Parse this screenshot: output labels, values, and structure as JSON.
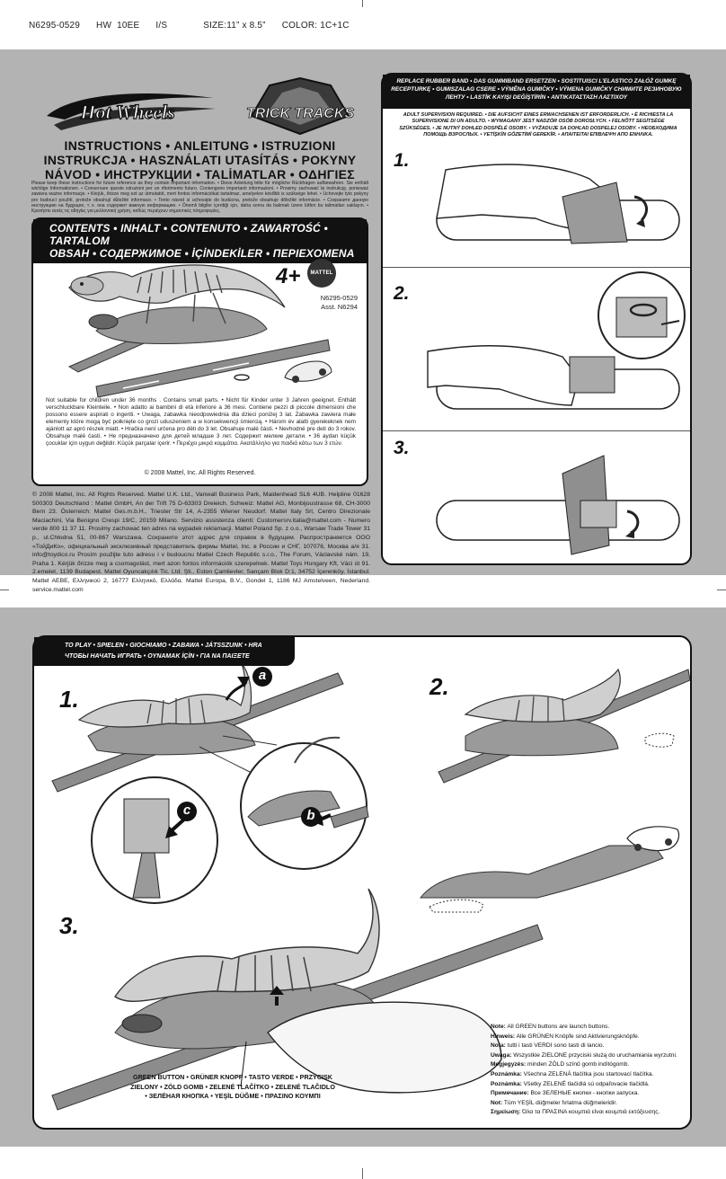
{
  "header": {
    "code": "N6295-0529",
    "line": "HW",
    "ee": "10EE",
    "is": "I/S",
    "size": "SIZE:11” x 8.5”",
    "color": "COLOR: 1C+1C"
  },
  "logos": {
    "hotwheels": "Hot Wheels",
    "tricktracks": "TRICK TRACKS"
  },
  "instructions": {
    "title_line1": "INSTRUCTIONS • ANLEITUNG • ISTRUZIONI",
    "title_line2": "INSTRUKCJA • HASZNÁLATI UTASÍTÁS • POKYNY",
    "title_line3": "NÁVOD • ИНСТРУКЦИИ • TALİMATLAR • ΟΔΗΓΙΕΣ",
    "keep_notice": "Please keep these instructions for future reference as they contain important information. • Diese Anleitung bitte für mögliche Rückfragen aufbewahren. Sie enthält wichtige Informationen. • Conservare queste istruzioni per un riferimento futuro. Contengono importanti informazioni. • Prosimy zachować tę instrukcję, ponieważ zawiera ważne informacje. • Kérjük, őrizze meg ezt az útmutatót, mert fontos információkat tartalmaz, amelyekre később is szüksége lehet. • Uchovejte tyto pokyny pro budoucí použití, protože obsahují důležité informace. • Tento návod si uchovajte do budúcna, pretože obsahuje dôležité informácie. • Сохраните данную инструкцию на будущее, т. к. она содержит важную информацию. • Önemli bilgiler içerdiği için, daha sonra da bakmak üzere lütfen bu talimatları saklayın. • Κρατήστε αυτές τις οδηγίες για μελλοντική χρήση, καθώς περιέχουν σημαντικές πληροφορίες."
  },
  "contents": {
    "heading_line1": "CONTENTS • INHALT • CONTENUTO • ZAWARTOŚĆ • TARTALOM",
    "heading_line2": "OBSAH • СОДЕРЖИМОЕ • İÇİNDEKİLER • ΠΕΡΙΕΧΟΜΕΝΑ",
    "age": "4+",
    "brand": "MATTEL",
    "part_number": "N6295-0529",
    "assortment": "Asst. N6294",
    "choke_warning": "Not suitable for children under 36 months . Contains small parts. • Nicht für Kinder unter 3 Jahren geeignet. Enthält verschluckbare Kleinteile. • Non adatto ai bambini di età inferiore a 36 mesi. Contiene pezzi di piccole dimensioni che possono essere aspirati o ingeriti. • Uwaga, zabawka nieodpowiednia dla dzieci poniżej 3 lat. Zabawka zawiera małe elementy które mogą być połknięte co grozi uduszeniem a w konsekwencji śmiercią. • Három év alatti gyerekeknek nem ajánlott az apró részek miatt. • Hračka není určena pro děti do 3 let. Obsahuje malé části. • Nevhodné pre deti do 3 rokov. Obsahuje malé časti. • Не предназначено для детей младше 3 лет. Содержит мелкие детали. • 36 aydan küçük çocuklar için uygun değildir. Küçük parçalar içerir. • Περιέχει μικρά κομμάτια. Ακατάλληλο για παιδιά κάτω των 3 ετών.",
    "copyright": "© 2008 Mattel, Inc. All Rights Reserved."
  },
  "legal": "© 2008 Mattel, Inc. All Rights Reserved. Mattel U.K. Ltd., Vanwall Business Park, Maidenhead SL6 4UB. Helpline 01628 500303 Deutschland : Mattel GmbH, An der Trift 75 D-63303 Dreieich. Schweiz: Mattel AG, Monbijoustrasse 68, CH-3000 Bern 23. Österreich: Mattel Ges.m.b.H., Triester Str 14, A-2355 Wiener Neudorf. Mattel Italy Srl, Centro Direzionale Maciachini, Via Benigno Crespi 19/C, 20159 Milano. Servizio assistenza clienti: Customersrv.italia@mattel.com - Numero verde 800 11 37 11. Prosimy zachować ten adres na wypadek reklamacji. Mattel Poland Sp. z o.o., Warsaw Trade Tower 31 p., ul.Chłodna 51, 00-867 Warszawa. Сохраните этот адрес для справок в будущем. Распространяется ООО «ТойДиКо», официальный эксклюзивный представитель фирмы Mattel, Inc. в России и СНГ, 107076, Москва а/я 31. info@toydico.ru Prosím použijte tuto adresu i v budoucnu Mattel Czech Republic s.r.o., The Forum, Václavské nám. 19, Praha 1. Kérjük őrizze meg a csomagolást, mert azon fontos információk szerepelnek. Mattel Toys Hungary Kft, Váci út 91. 2.emelet, 1139 Budapest. Mattel Oyuncakçılık Tic. Ltd. Şti., Eston Çamlievler, Sançam Blok D:1, 34752 İçerenköy, İstanbul. Mattel AEBE, Ελληνικού 2, 16777 Ελληνικό, Ελλάδα. Mattel Europa, B.V., Gondel 1, 1186 MJ Amstelveen, Nederland. service.mattel.com",
  "rubber_band": {
    "heading": "REPLACE RUBBER BAND • DAS GUMMIBAND ERSETZEN • SOSTITUISCI L’ELASTICO ZAŁÓŻ GUMKĘ RECEPTURKĘ • GUMISZALAG CSERE • VÝMĚNA GUMIČKY • VÝMENA GUMIČKY СНИМИТЕ РЕЗИНОВУЮ ЛЕНТУ • LASTİK KAYIŞI DEĞİŞTİRİN • ΑΝΤΙΚΑΤΑΣΤΑΣΗ ΛΑΣΤΙΧΟΥ",
    "adult_note": "ADULT SUPERVISION REQUIRED. • DIE AUFSICHT EINES ERWACHSENEN IST ERFORDERLICH. • È RICHIESTA LA SUPERVISIONE DI UN ADULTO. • WYMAGANY JEST NADZÓR OSÓB DOROSŁYCH. • FELNŐTT SEGÍTSÉGE SZÜKSÉGES. • JE NUTNÝ DOHLED DOSPĚLÉ OSOBY. • VYŽADUJE SA DOHĽAD DOSPELEJ OSOBY. • НЕОБХОДИМА ПОМОЩЬ ВЗРОСЛЫХ. • YETİŞKİN GÖZETİMİ GEREKİR. • ΑΠΑΙΤΕΙΤΑΙ ΕΠΙΒΛΕΨΗ ΑΠΟ ΕΝΗΛΙΚΑ.",
    "steps": [
      "1.",
      "2.",
      "3."
    ]
  },
  "to_play": {
    "heading_line1": "TO PLAY • SPIELEN • GIOCHIAMO • ZABAWA • JÁTSSZUNK • HRA",
    "heading_line2": "ЧТОБЫ НАЧАТЬ ИГРАТЬ • OYNAMAK İÇİN • ΓΙΑ ΝΑ ΠΑΙΞΕΤΕ",
    "steps": [
      "1.",
      "2.",
      "3."
    ],
    "callouts": [
      "a",
      "b",
      "c"
    ],
    "green_button_line1": "GREEN BUTTON • GRÜNER KNOPF • TASTO VERDE • PRZYCISK",
    "green_button_line2": "ZIELONY • ZÖLD GOMB • ZELENÉ TLAČÍTKO • ZELENÉ TLAČIDLO",
    "green_button_line3": "• ЗЕЛЁНАЯ КНОПКА • YEŞİL DÜĞME • ΠΡΑΣΙΝΟ ΚΟΥΜΠΙ",
    "notes": [
      {
        "label": "Note:",
        "text": " All GREEN buttons are launch buttons."
      },
      {
        "label": "Hinweis:",
        "text": " Alle GRÜNEN Knöpfe sind Aktivierungsknöpfe."
      },
      {
        "label": "Nota:",
        "text": " tutti i tasti VERDI sono tasti di lancio."
      },
      {
        "label": "Uwaga:",
        "text": " Wszystkie ZIELONE przyciski służą do uruchamiania wyrzutni."
      },
      {
        "label": "Megjegyzés:",
        "text": " minden ZÖLD színű gomb indítógomb."
      },
      {
        "label": "Poznámka:",
        "text": " Všechna ZELENÁ tlačítka jsou startovací tlačítka."
      },
      {
        "label": "Poznámka:",
        "text": " Všetky ZELENÉ tlačidlá sú odpaľovacie tlačidlá."
      },
      {
        "label": "Примечание:",
        "text": " Все ЗЕЛЕНЫЕ кнопки - кнопки запуска."
      },
      {
        "label": "Not:",
        "text": " Tüm YEŞİL düğmeler fırlatma düğmeleridir."
      },
      {
        "label": "Σημείωση:",
        "text": " Όλα τα ΠΡΑΣΙΝΑ κουμπιά είναι κουμπιά εκτόξευσης."
      }
    ]
  }
}
